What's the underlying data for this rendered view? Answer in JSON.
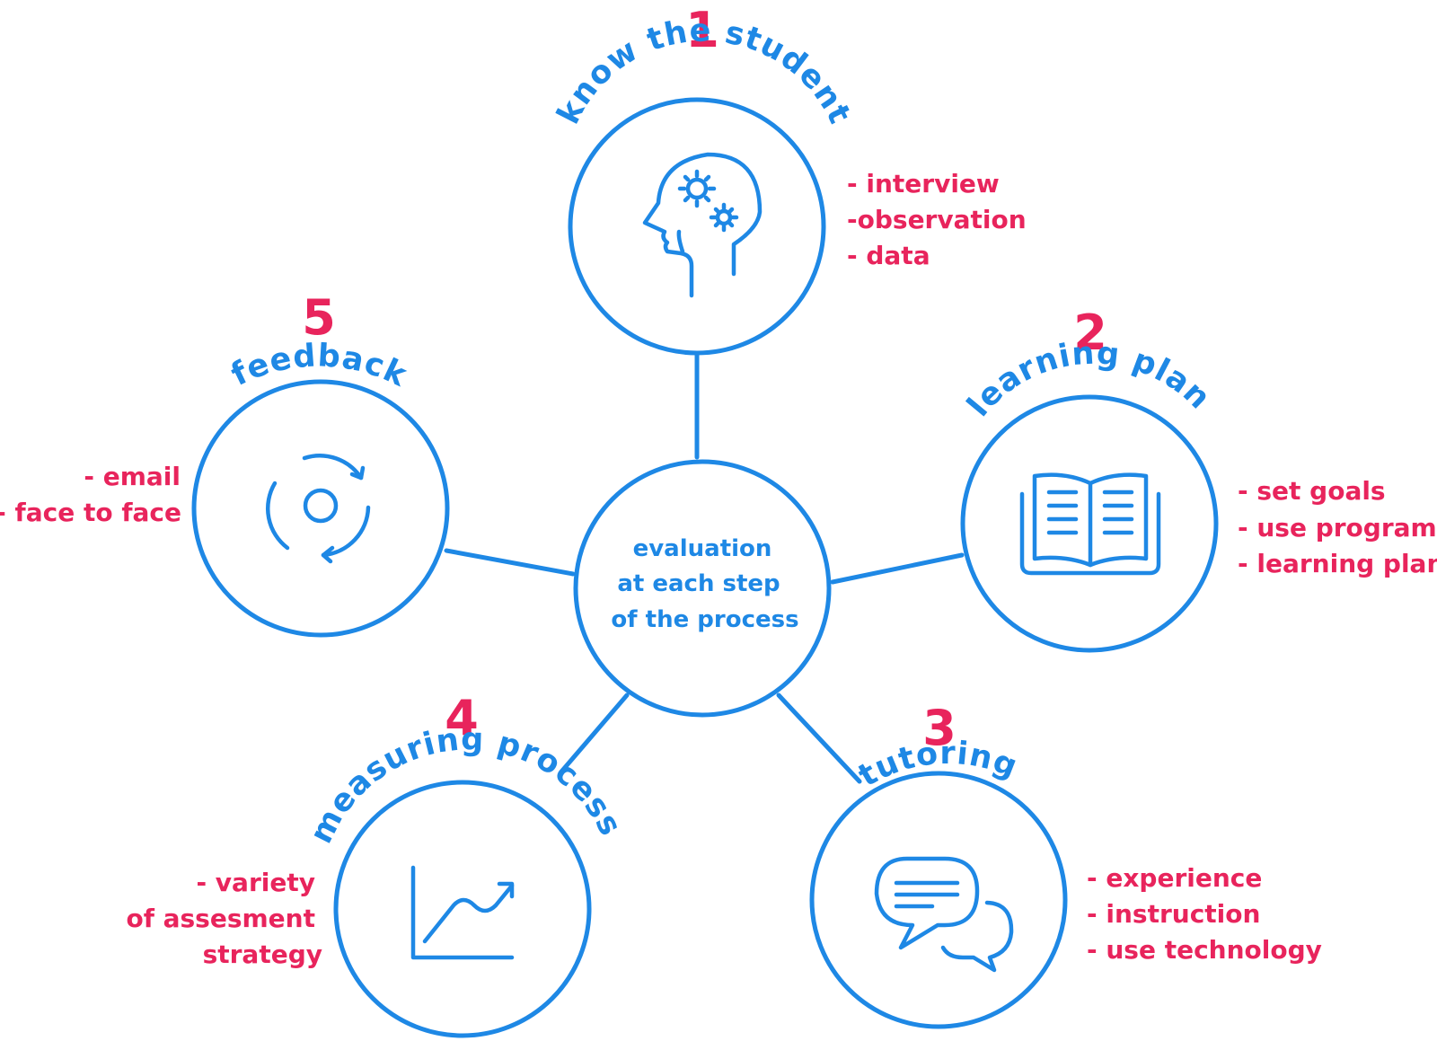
{
  "center": {
    "lines": [
      "evaluation",
      "at each step",
      "of the process"
    ]
  },
  "steps": [
    {
      "number": "1",
      "title": "know the student",
      "icon": "head-gears-icon",
      "bullets": [
        "- interview",
        "-observation",
        "- data"
      ]
    },
    {
      "number": "2",
      "title": "learning plan",
      "icon": "open-book-icon",
      "bullets": [
        "- set goals",
        "- use program",
        "- learning plan"
      ]
    },
    {
      "number": "3",
      "title": "tutoring",
      "icon": "chat-bubbles-icon",
      "bullets": [
        "- experience",
        "- instruction",
        "- use technology"
      ]
    },
    {
      "number": "4",
      "title": "measuring process",
      "icon": "growth-chart-icon",
      "bullets": [
        "- variety",
        "of assesment",
        "strategy"
      ]
    },
    {
      "number": "5",
      "title": "feedback",
      "icon": "refresh-cycle-icon",
      "bullets": [
        "- email",
        "- face to face"
      ]
    }
  ],
  "colors": {
    "accent_blue": "#1E88E5",
    "accent_pink": "#E8245C"
  }
}
